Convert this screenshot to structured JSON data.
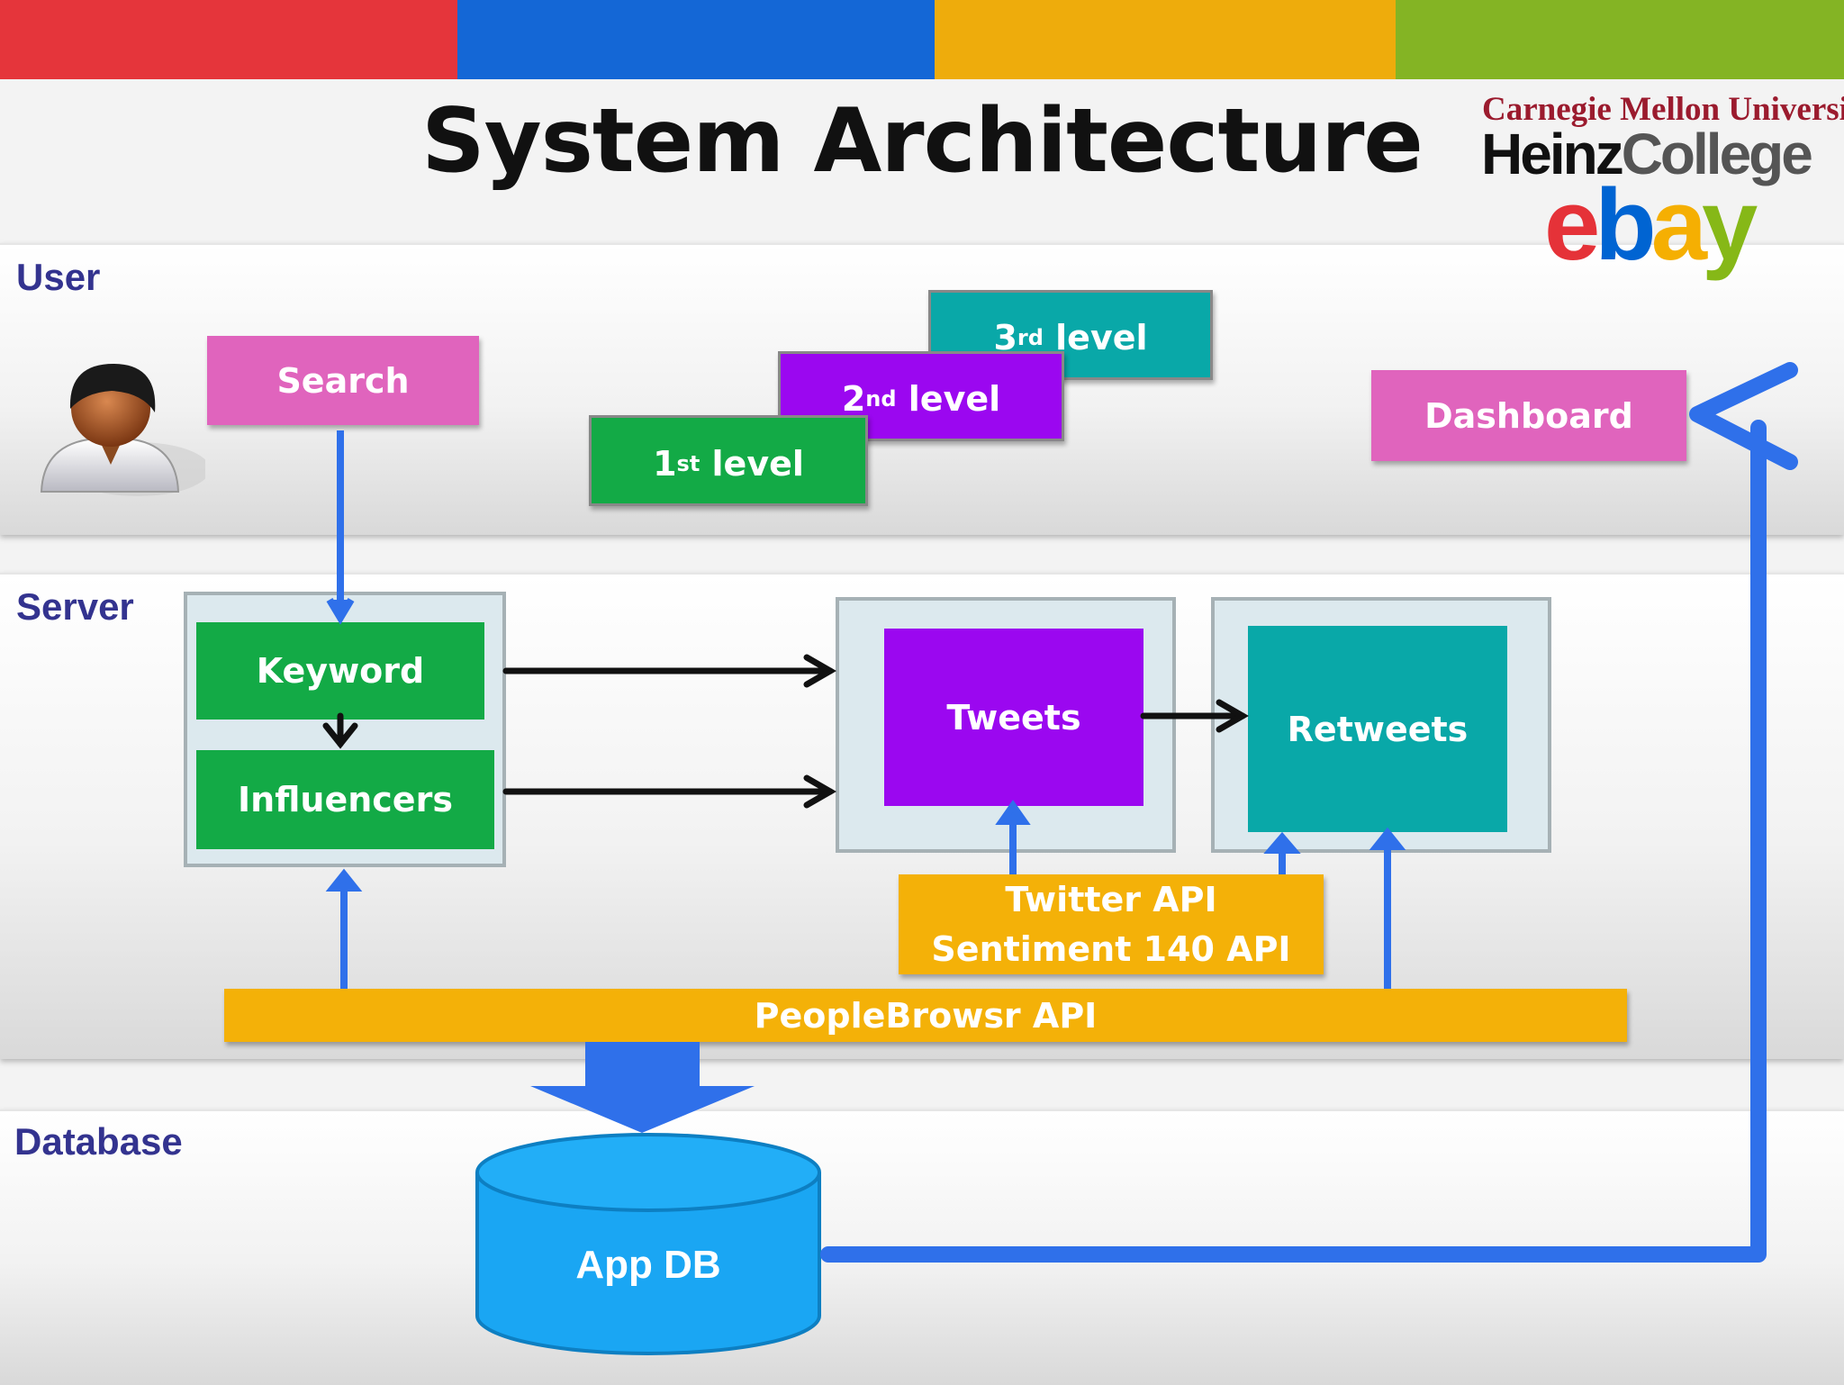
{
  "title": "System Architecture",
  "colors": {
    "bar": [
      "#e5353b",
      "#1467d6",
      "#eeac0c",
      "#84b424"
    ],
    "pink": "#e064bd",
    "green": "#13aa46",
    "purple": "#9b07f0",
    "teal": "#09a8a8",
    "orange": "#f4b108",
    "blue_arrow": "#2f70ea",
    "db": "#1aa6f3",
    "label": "#33338f"
  },
  "logos": {
    "cmu": "Carnegie Mellon University",
    "heinz_part1": "Heinz",
    "heinz_part2": "College",
    "ebay": [
      "e",
      "b",
      "a",
      "y"
    ]
  },
  "bands": {
    "user": "User",
    "server": "Server",
    "database": "Database"
  },
  "user": {
    "search": "Search",
    "levels": [
      {
        "num": "1",
        "sup": "st",
        "text": " level"
      },
      {
        "num": "2",
        "sup": "nd",
        "text": " level"
      },
      {
        "num": "3",
        "sup": "rd",
        "text": " level"
      }
    ],
    "dashboard": "Dashboard"
  },
  "server": {
    "keyword": "Keyword",
    "influencers": "Influencers",
    "tweets": "Tweets",
    "retweets": "Retweets",
    "twitter_api": "Twitter API",
    "sentiment_api": "Sentiment 140 API",
    "peoplebrowsr": "PeopleBrowsr API"
  },
  "database": {
    "app_db": "App DB"
  }
}
